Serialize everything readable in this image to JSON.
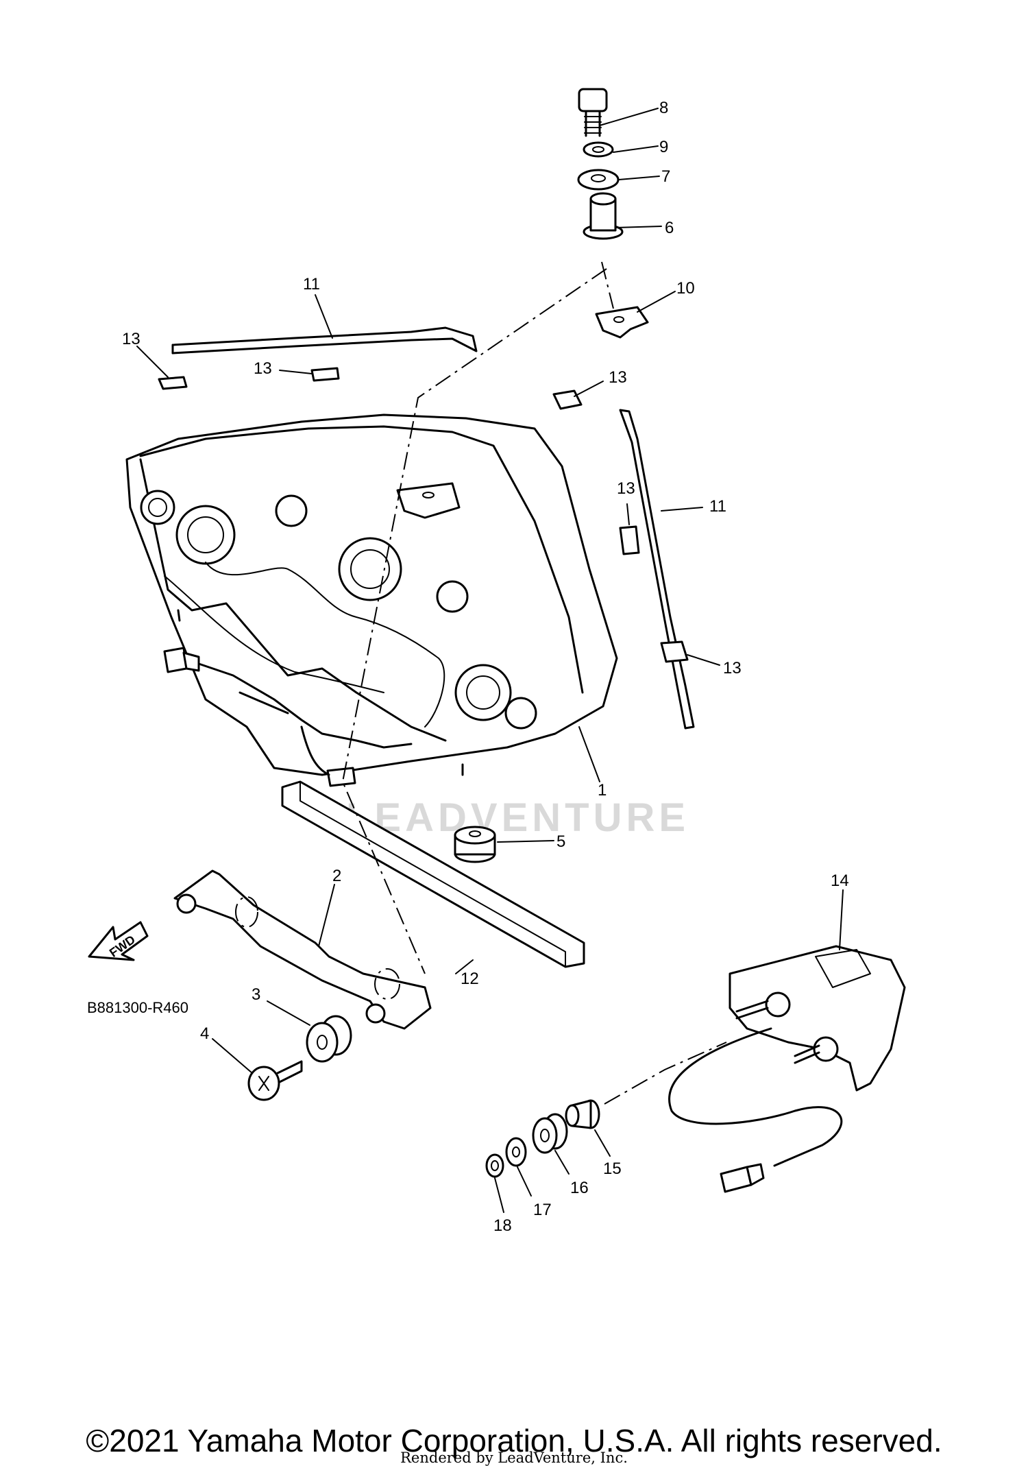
{
  "callouts": {
    "c1": "1",
    "c2": "2",
    "c3": "3",
    "c4": "4",
    "c5": "5",
    "c6": "6",
    "c7": "7",
    "c8": "8",
    "c9": "9",
    "c10": "10",
    "c11a": "11",
    "c11b": "11",
    "c12": "12",
    "c13a": "13",
    "c13b": "13",
    "c13c": "13",
    "c13d": "13",
    "c13e": "13",
    "c14": "14",
    "c15": "15",
    "c16": "16",
    "c17": "17",
    "c18": "18"
  },
  "fwd_arrow_label": "FWD",
  "watermark": "LEADVENTURE",
  "diagram_code": "B881300-R460",
  "copyright": "©2021 Yamaha Motor Corporation, U.S.A. All rights reserved.",
  "rendered_by": "Rendered by LeadVenture, Inc."
}
